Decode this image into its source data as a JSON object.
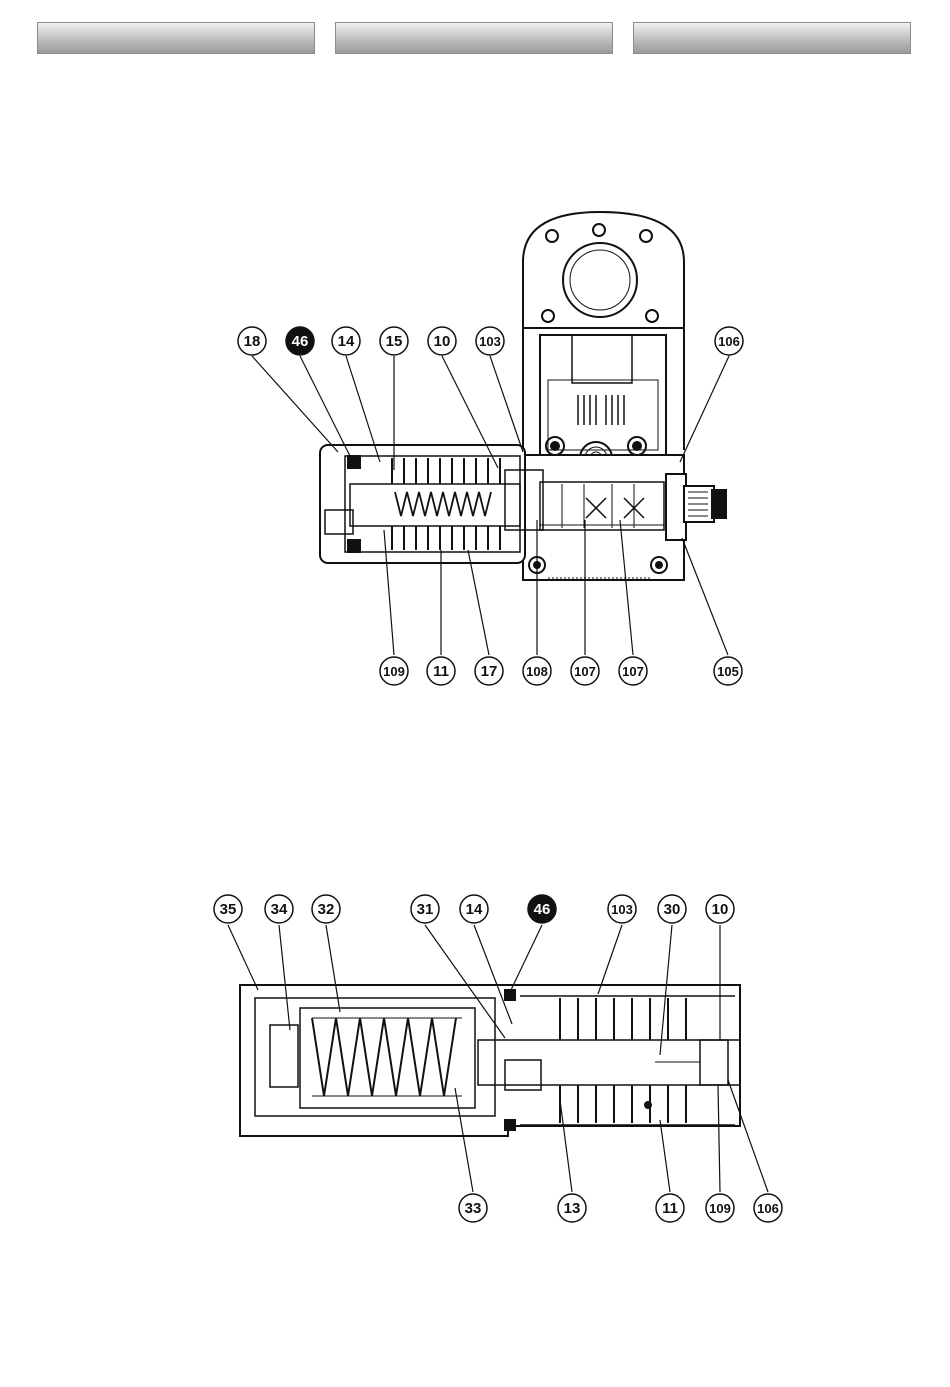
{
  "header": {
    "tabs": [
      "",
      "",
      ""
    ]
  },
  "diagram_top": {
    "labels_top": [
      {
        "id": "t18",
        "text": "18",
        "filled": false
      },
      {
        "id": "t46",
        "text": "46",
        "filled": true
      },
      {
        "id": "t14",
        "text": "14",
        "filled": false
      },
      {
        "id": "t15",
        "text": "15",
        "filled": false
      },
      {
        "id": "t10",
        "text": "10",
        "filled": false
      },
      {
        "id": "t103",
        "text": "103",
        "filled": false
      },
      {
        "id": "t106",
        "text": "106",
        "filled": false
      }
    ],
    "labels_bottom": [
      {
        "id": "b109",
        "text": "109"
      },
      {
        "id": "b11",
        "text": "11"
      },
      {
        "id": "b17",
        "text": "17"
      },
      {
        "id": "b108",
        "text": "108"
      },
      {
        "id": "b107a",
        "text": "107"
      },
      {
        "id": "b107b",
        "text": "107"
      },
      {
        "id": "b105",
        "text": "105"
      }
    ]
  },
  "diagram_bottom": {
    "labels_top": [
      {
        "id": "t35",
        "text": "35",
        "filled": false
      },
      {
        "id": "t34",
        "text": "34",
        "filled": false
      },
      {
        "id": "t32",
        "text": "32",
        "filled": false
      },
      {
        "id": "t31",
        "text": "31",
        "filled": false
      },
      {
        "id": "t14",
        "text": "14",
        "filled": false
      },
      {
        "id": "t46",
        "text": "46",
        "filled": true
      },
      {
        "id": "t103",
        "text": "103",
        "filled": false
      },
      {
        "id": "t30",
        "text": "30",
        "filled": false
      },
      {
        "id": "t10",
        "text": "10",
        "filled": false
      }
    ],
    "labels_bottom": [
      {
        "id": "b33",
        "text": "33"
      },
      {
        "id": "b13",
        "text": "13"
      },
      {
        "id": "b11",
        "text": "11"
      },
      {
        "id": "b109",
        "text": "109"
      },
      {
        "id": "b106",
        "text": "106"
      }
    ]
  }
}
